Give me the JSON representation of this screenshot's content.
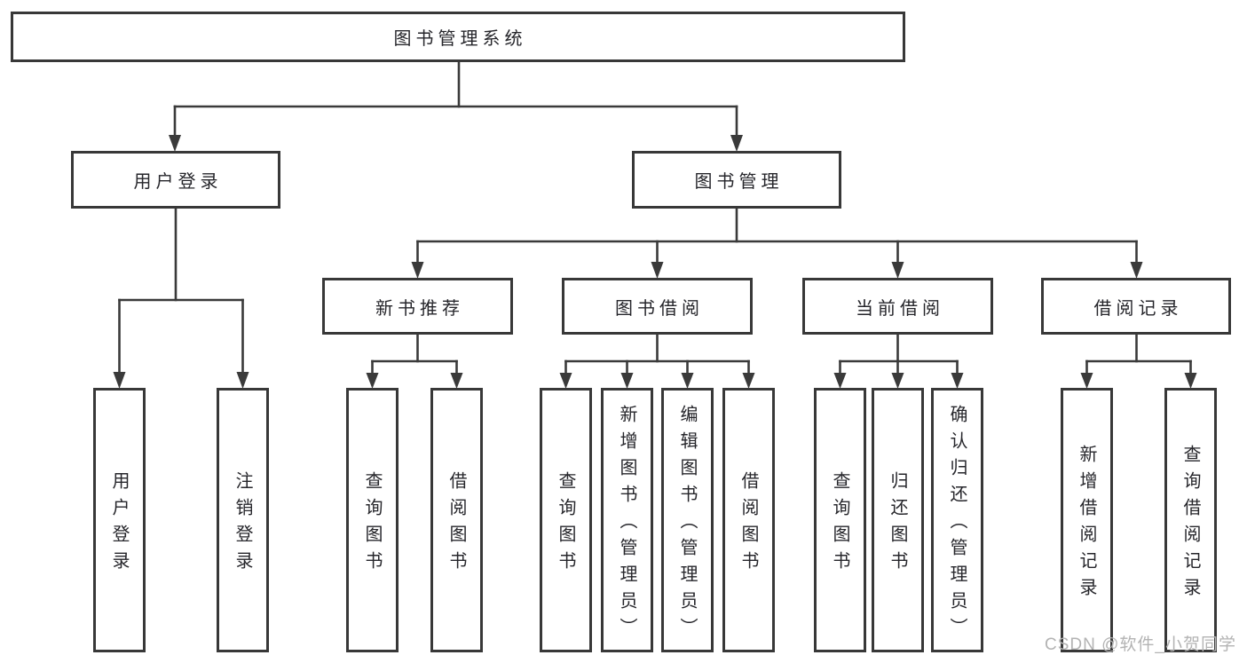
{
  "diagram_title": "图书管理系统",
  "colors": {
    "line": "#3a3a3a",
    "box_border": "#383838",
    "text": "#26262b",
    "watermark": "#b3b3b3",
    "background": "#ffffff"
  },
  "tree": {
    "label": "图书管理系统",
    "children": [
      {
        "label": "用户登录",
        "children": [
          {
            "label": "用户登录"
          },
          {
            "label": "注销登录"
          }
        ]
      },
      {
        "label": "图书管理",
        "children": [
          {
            "label": "新书推荐",
            "children": [
              {
                "label": "查询图书"
              },
              {
                "label": "借阅图书"
              }
            ]
          },
          {
            "label": "图书借阅",
            "children": [
              {
                "label": "查询图书"
              },
              {
                "label": "新增图书（管理员）"
              },
              {
                "label": "编辑图书（管理员）"
              },
              {
                "label": "借阅图书"
              }
            ]
          },
          {
            "label": "当前借阅",
            "children": [
              {
                "label": "查询图书"
              },
              {
                "label": "归还图书"
              },
              {
                "label": "确认归还（管理员）"
              }
            ]
          },
          {
            "label": "借阅记录",
            "children": [
              {
                "label": "新增借阅记录"
              },
              {
                "label": "查询借阅记录"
              }
            ]
          }
        ]
      }
    ]
  },
  "watermark": {
    "text": "CSDN @软件_小贺同学"
  }
}
